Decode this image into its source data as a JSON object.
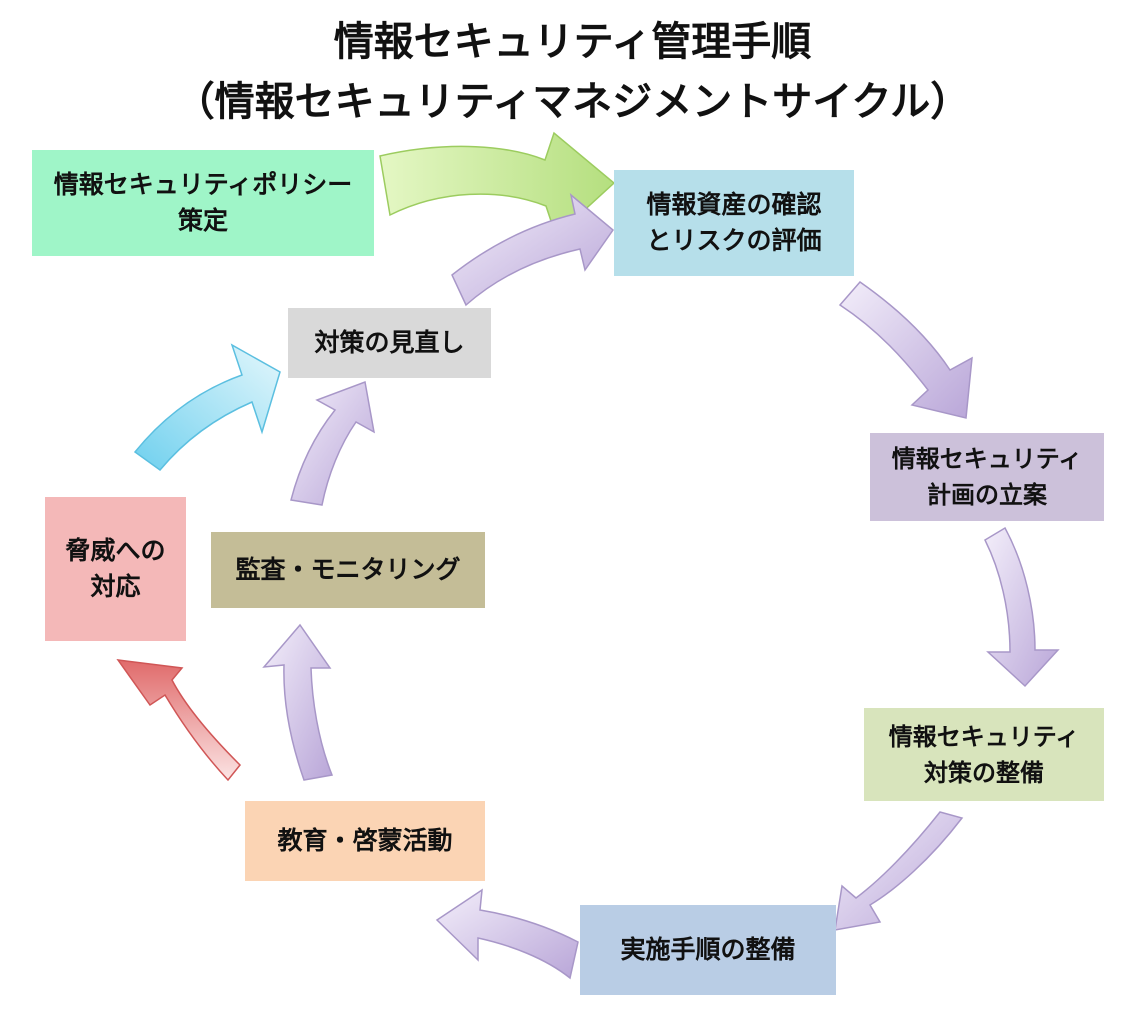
{
  "title": {
    "line1": "情報セキュリティ管理手順",
    "line2": "（情報セキュリティマネジメントサイクル）"
  },
  "steps": {
    "policy": {
      "line1": "情報セキュリティポリシー",
      "line2": "策定",
      "color": "#9ff5c8"
    },
    "assets": {
      "line1": "情報資産の確認",
      "line2": "とリスクの評価",
      "color": "#b6dfea"
    },
    "plan": {
      "line1": "情報セキュリティ",
      "line2": "計画の立案",
      "color": "#ccc1da"
    },
    "measures": {
      "line1": "情報セキュリティ",
      "line2": "対策の整備",
      "color": "#d8e4bc"
    },
    "procedures": {
      "line1": "実施手順の整備",
      "color": "#b9cde5"
    },
    "education": {
      "line1": "教育・啓蒙活動",
      "color": "#fbd4b4"
    },
    "audit": {
      "line1": "監査・モニタリング",
      "color": "#c4bd97"
    },
    "threat": {
      "line1": "脅威への",
      "line2": "対応",
      "color": "#f4b8b8"
    },
    "review": {
      "line1": "対策の見直し",
      "color": "#d9d9d9"
    }
  },
  "arrow_colors": {
    "green": [
      "#e4f7c4",
      "#b5df7f"
    ],
    "purple": [
      "#f3eefa",
      "#b9a6d8"
    ],
    "cyan": [
      "#e4f7fc",
      "#6fd0ee"
    ],
    "red": [
      "#fbe4e4",
      "#e06a6a"
    ]
  }
}
